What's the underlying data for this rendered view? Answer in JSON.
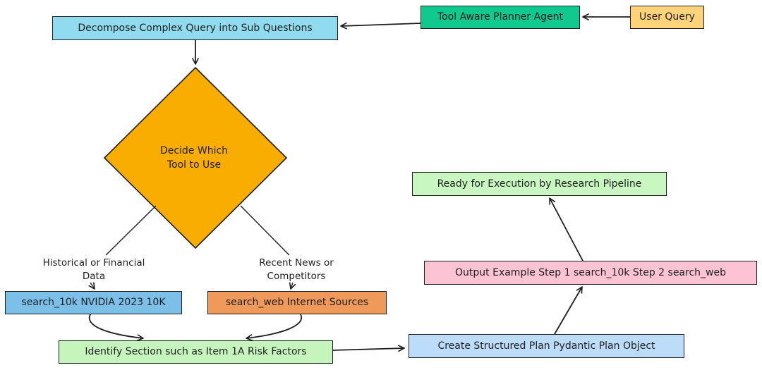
{
  "colors": {
    "user_query": "#ffd37a",
    "planner": "#11c98f",
    "decompose": "#90dcee",
    "diamond": "#f8ad00",
    "search_10k": "#7cc0e9",
    "search_web": "#ef9a5a",
    "identify": "#c5f5bd",
    "create_plan": "#bcdcfa",
    "output": "#fbc3d3",
    "ready": "#c9f7c2",
    "stroke": "#1e1e1e"
  },
  "nodes": {
    "user_query": "User Query",
    "planner": "Tool Aware Planner Agent",
    "decompose": "Decompose Complex Query into Sub Questions",
    "decide_line1": "Decide Which",
    "decide_line2": "Tool to Use",
    "search_10k": "search_10k NVIDIA 2023 10K",
    "search_web": "search_web Internet Sources",
    "identify": "Identify Section such as Item 1A Risk Factors",
    "create_plan": "Create Structured Plan Pydantic Plan Object",
    "output": "Output Example Step 1 search_10k Step 2 search_web",
    "ready": "Ready for Execution by Research Pipeline"
  },
  "edge_labels": {
    "historical_line1": "Historical or Financial",
    "historical_line2": "Data",
    "recent_line1": "Recent News or",
    "recent_line2": "Competitors"
  }
}
